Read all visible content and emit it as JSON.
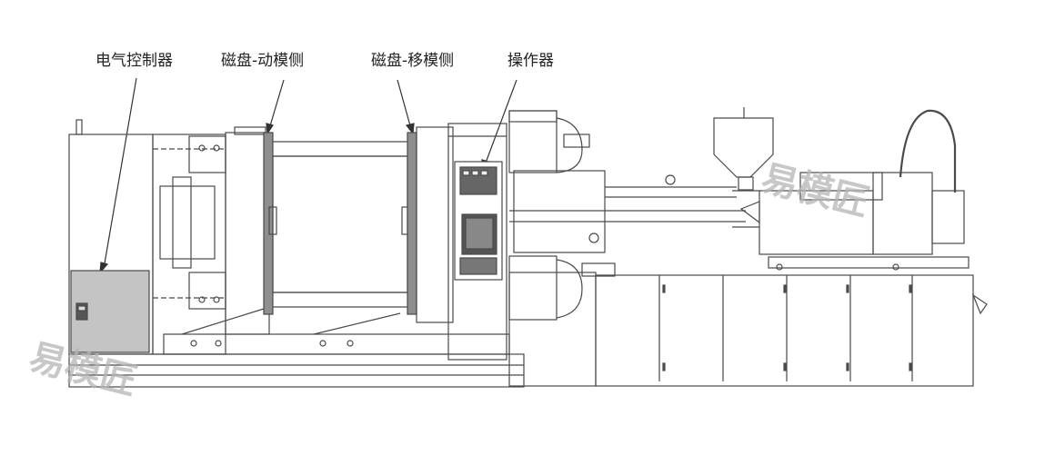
{
  "callouts": [
    {
      "id": "electric-controller",
      "label": "电气控制器"
    },
    {
      "id": "magnet-plate-moving",
      "label": "磁盘-动模侧"
    },
    {
      "id": "magnet-plate-fixed",
      "label": "磁盘-移模侧"
    },
    {
      "id": "operator-panel",
      "label": "操作器"
    }
  ],
  "watermark": {
    "text": "易模匠"
  },
  "colors": {
    "line": "#4a4a4a",
    "callout_line": "#333333",
    "magnet_fill": "#8e8e8e",
    "controller_fill": "#c4c4c4",
    "watermark": "#b5b5b5",
    "background": "#ffffff"
  }
}
